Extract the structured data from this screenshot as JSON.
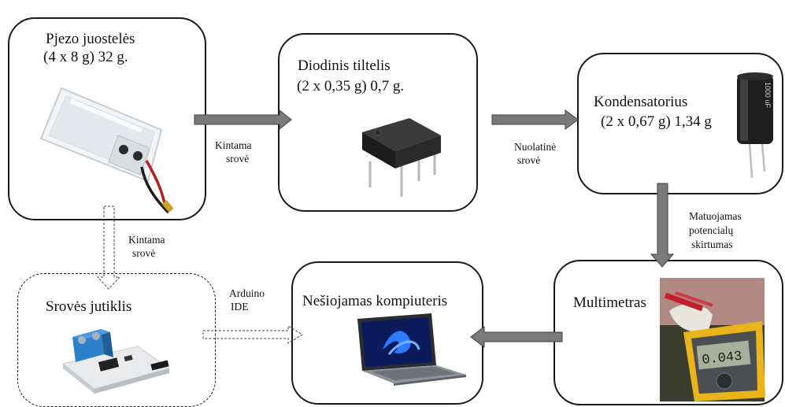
{
  "nodes": {
    "piezo": {
      "title_line1": "Pjezo juostelės",
      "title_line2": "(4 x 8 g) 32 g."
    },
    "bridge": {
      "title_line1": "Diodinis tiltelis",
      "title_line2": "(2 x 0,35 g)  0,7 g."
    },
    "capacitor": {
      "title_line1": "Kondensatorius",
      "title_line2": "(2 x 0,67 g) 1,34 g",
      "component_marking": "1000 uF"
    },
    "sensor": {
      "title": "Srovės jutiklis"
    },
    "laptop": {
      "title": "Nešiojamas kompiuteris"
    },
    "multimeter": {
      "title": "Multimetras",
      "display_reading": "0.043"
    }
  },
  "edges": {
    "piezo_to_bridge": {
      "line1": "Kintama",
      "line2": "srovė"
    },
    "bridge_to_capacitor": {
      "line1": "Nuolatinė",
      "line2": "srovė"
    },
    "capacitor_to_multimeter": {
      "line1": "Matuojamas",
      "line2": "potencialų",
      "line3": "skirtumas"
    },
    "piezo_to_sensor": {
      "line1": "Kintama",
      "line2": "srovė"
    },
    "sensor_to_laptop": {
      "line1": "Arduino",
      "line2": "IDE"
    }
  },
  "colors": {
    "arrow_fill": "#7a7a7a",
    "arrow_stroke": "#3f3f3f",
    "box_border": "#1a1a1a"
  }
}
